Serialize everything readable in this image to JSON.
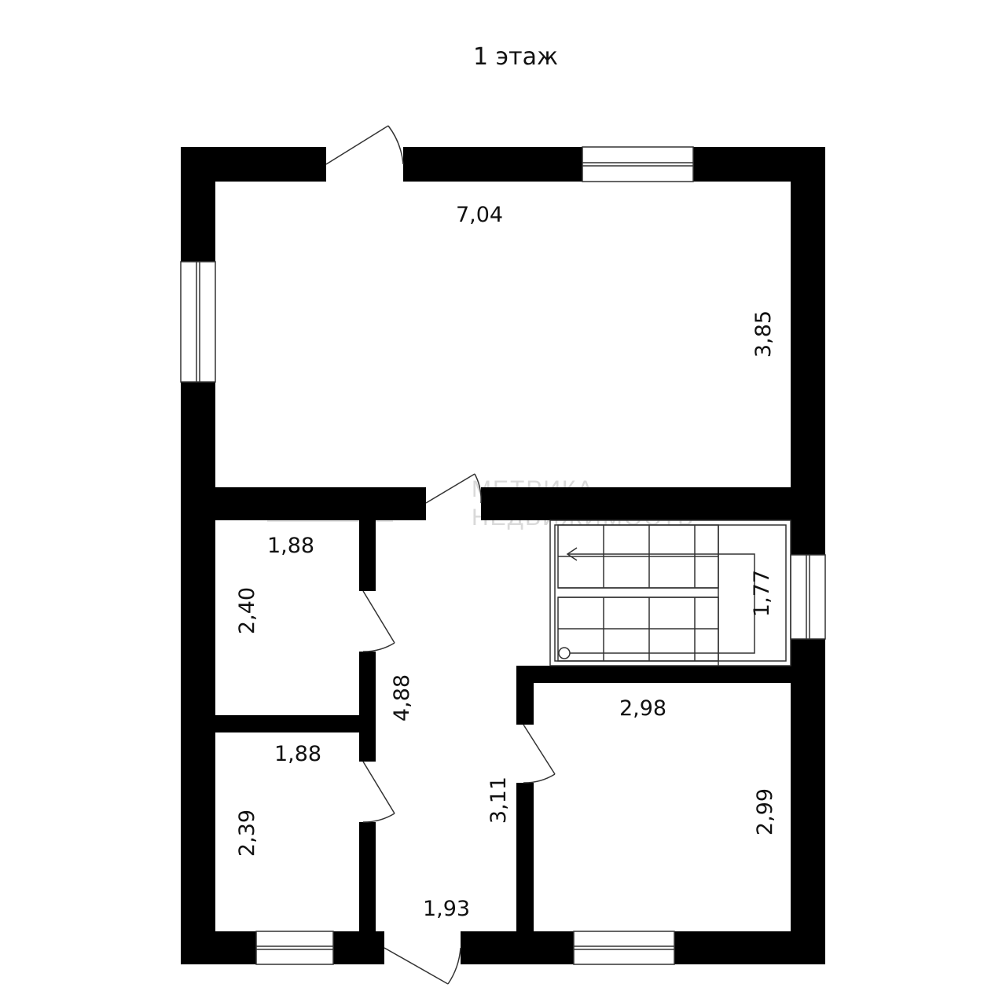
{
  "floor_plan": {
    "title": "1 этаж",
    "colors": {
      "wall": "#000000",
      "background": "#ffffff",
      "line": "#333333",
      "watermark": "#d9d9d9"
    },
    "rooms": {
      "living_room": {
        "width": "7,04",
        "depth": "3,85"
      },
      "room_upper_left": {
        "width": "1,88",
        "depth": "2,40"
      },
      "room_lower_left": {
        "width": "1,88",
        "depth": "2,39"
      },
      "corridor": {
        "length": "4,88",
        "width": "1,93",
        "side": "3,11"
      },
      "room_lower_right": {
        "width": "2,98",
        "depth": "2,99"
      },
      "staircase": {
        "width": "1,77"
      }
    },
    "watermark": {
      "line1": "МЕТРИКА",
      "line2": "НЕДВИЖИМОСТЬ"
    }
  }
}
